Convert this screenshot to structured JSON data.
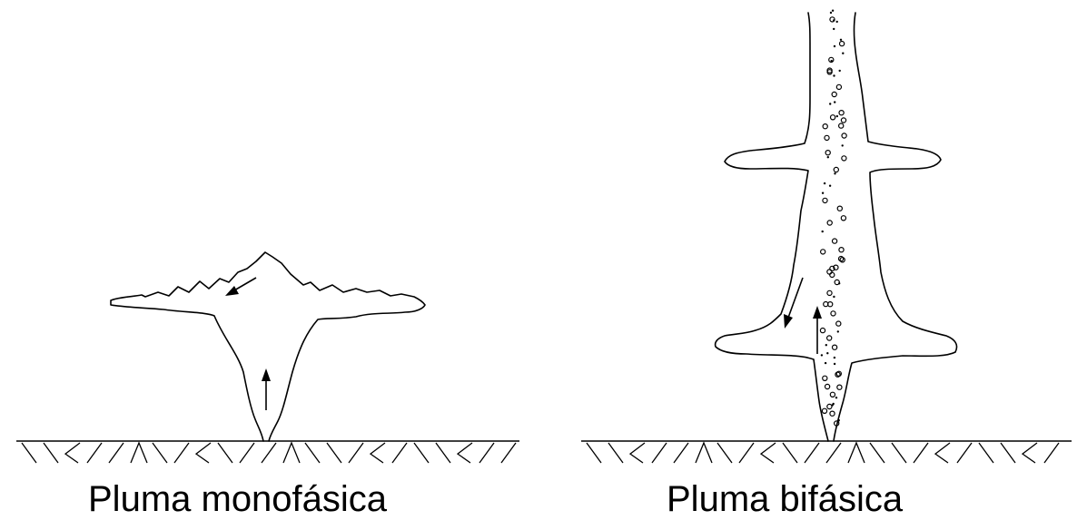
{
  "panels": [
    {
      "key": "single_phase",
      "caption": "Pluma monofásica"
    },
    {
      "key": "two_phase",
      "caption": "Pluma bifásica"
    }
  ],
  "colors": {
    "line": "#000000",
    "background": "#ffffff"
  }
}
